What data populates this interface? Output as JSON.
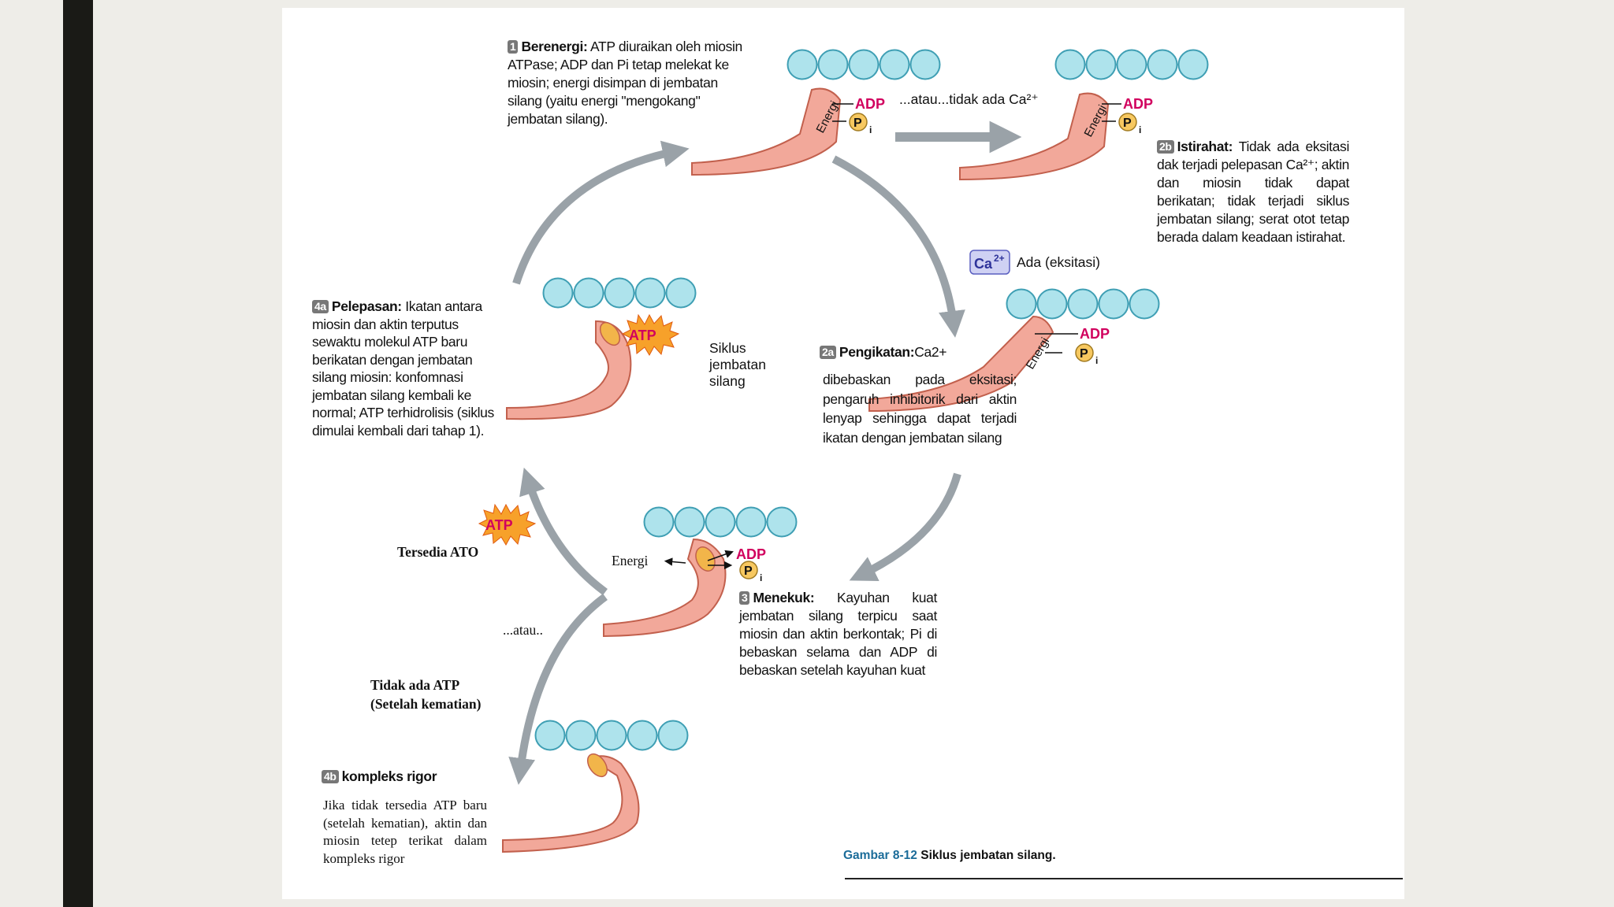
{
  "step1": {
    "badge": "1",
    "title": "Berenergi:",
    "text": "ATP diuraikan oleh miosin ATPase; ADP dan Pi tetap melekat ke miosin; energi disimpan di jembatan silang (yaitu energi \"mengokang\" jembatan silang)."
  },
  "step2a": {
    "badge": "2a",
    "title": "Pengikatan:",
    "title_rest": "Ca2+",
    "text": "dibebaskan pada eksitasi; pengaruh inhibitorik dari aktin lenyap sehingga dapat terjadi ikatan dengan jembatan silang"
  },
  "step2b": {
    "badge": "2b",
    "title": "Istirahat:",
    "text": "Tidak ada eksitasi dak terjadi pelepasan Ca²⁺; aktin dan miosin tidak dapat berikatan; tidak terjadi siklus jembatan silang; serat otot tetap berada dalam keadaan istirahat."
  },
  "step3": {
    "badge": "3",
    "title": "Menekuk:",
    "text": "Kayuhan kuat jembatan silang terpicu saat miosin dan aktin berkontak; Pi di bebaskan selama dan ADP di bebaskan setelah kayuhan kuat"
  },
  "step4a": {
    "badge": "4a",
    "title": "Pelepasan:",
    "text": "Ikatan antara miosin dan aktin terputus sewaktu molekul ATP baru berikatan dengan jembatan silang miosin: konfomnasi jembatan silang kembali ke normal; ATP terhidrolisis (siklus dimulai kembali dari tahap 1)."
  },
  "step4b": {
    "badge": "4b",
    "title": "kompleks rigor",
    "text": "Jika tidak tersedia ATP baru (setelah kematian), aktin dan miosin tetep terikat dalam kompleks rigor"
  },
  "labels": {
    "atau_tidak_ada_ca": "...atau...tidak ada Ca²⁺",
    "ada_eksitasi": "Ada (eksitasi)",
    "siklus": "Siklus jembatan silang",
    "tersedia": "Tersedia ATO",
    "atau": "...atau..",
    "tidak_ada_atp_line1": "Tidak ada ATP",
    "tidak_ada_atp_line2": "(Setelah kematian)",
    "energi_small": "Energi"
  },
  "molecules": {
    "adp": "ADP",
    "p": "P",
    "p_sub": "i",
    "atp": "ATP",
    "energi": "Energi",
    "ca": "Ca",
    "ca_sup": "2+"
  },
  "caption": {
    "figure": "Gambar 8-12",
    "text": "Siklus jembatan silang."
  },
  "colors": {
    "actin": "#aee3ec",
    "actin_stroke": "#3f9fb4",
    "myosin": "#f2a89a",
    "myosin_stroke": "#c2604d",
    "head_tip": "#f2b54a",
    "arrow": "#9aa2a8",
    "adp": "#d1005e",
    "atp_burst": "#f7a12a",
    "ca_box": "#cfd1f3"
  }
}
